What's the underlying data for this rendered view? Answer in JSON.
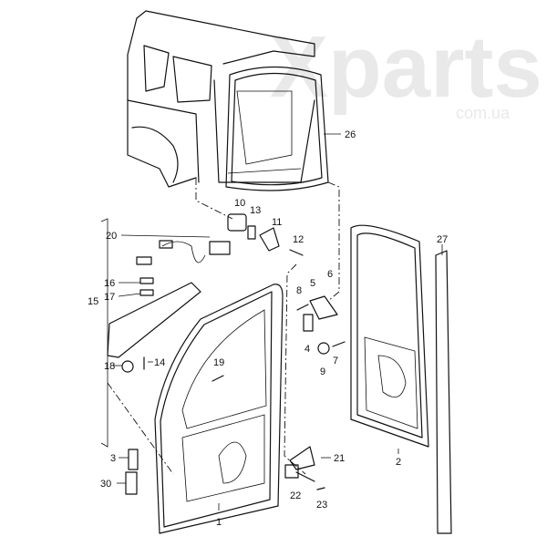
{
  "watermark": {
    "brand": "Xparts",
    "suffix": "com.ua"
  },
  "callouts": {
    "c1": "1",
    "c2": "2",
    "c3": "3",
    "c4": "4",
    "c5": "5",
    "c6": "6",
    "c7": "7",
    "c8": "8",
    "c9": "9",
    "c10": "10",
    "c11": "11",
    "c12": "12",
    "c13": "13",
    "c14": "14",
    "c15": "15",
    "c16": "16",
    "c17": "17",
    "c18": "18",
    "c19": "19",
    "c20": "20",
    "c21": "21",
    "c22": "22",
    "c23": "23",
    "c26": "26",
    "c27": "27",
    "c30": "30"
  }
}
